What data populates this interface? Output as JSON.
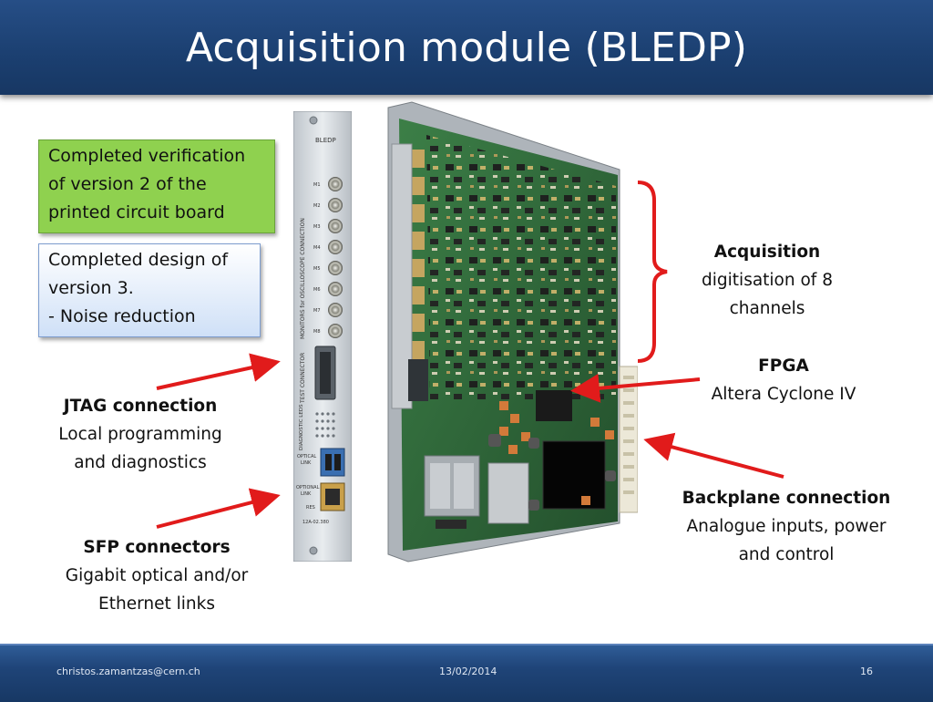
{
  "slide": {
    "title": "Acquisition module (BLEDP)"
  },
  "boxes": {
    "verification": "Completed verification of version 2 of the printed circuit board",
    "design": {
      "line1": "Completed design of version 3.",
      "line2": "- Noise reduction"
    }
  },
  "callouts": {
    "jtag": {
      "title": "JTAG connection",
      "lines": [
        "Local programming",
        "and diagnostics"
      ]
    },
    "sfp": {
      "title": "SFP connectors",
      "lines": [
        "Gigabit optical and/or",
        "Ethernet links"
      ]
    },
    "acquisition": {
      "title": "Acquisition",
      "lines": [
        "digitisation of 8",
        "channels"
      ]
    },
    "fpga": {
      "title": "FPGA",
      "lines": [
        "Altera Cyclone IV"
      ]
    },
    "backplane": {
      "title": "Backplane connection",
      "lines": [
        "Analogue inputs, power",
        "and control"
      ]
    }
  },
  "panel": {
    "name": "BLEDP",
    "monitors_label": "MONITORS for OSCILLOSCOPE CONNECTION",
    "channels": [
      "M1",
      "M2",
      "M3",
      "M4",
      "M5",
      "M6",
      "M7",
      "M8"
    ],
    "test_label": "TEST CONNECTOR",
    "diag_label": "DIAGNOSTIC LEDS",
    "optical_label": [
      "OPTICAL",
      "LINK"
    ],
    "optional_label": [
      "OPTIONAL",
      "LINK"
    ],
    "res_label": "RES",
    "part_number": "12A-02.380"
  },
  "footer": {
    "email": "christos.zamantzas@cern.ch",
    "date": "13/02/2014",
    "page": "16"
  },
  "colors": {
    "title_bar": "#1b3f70",
    "green_box": "#8fd14f",
    "blue_box": "#cfe0f7",
    "arrow": "#e11b1b",
    "pcb": "#2f6b3c"
  }
}
